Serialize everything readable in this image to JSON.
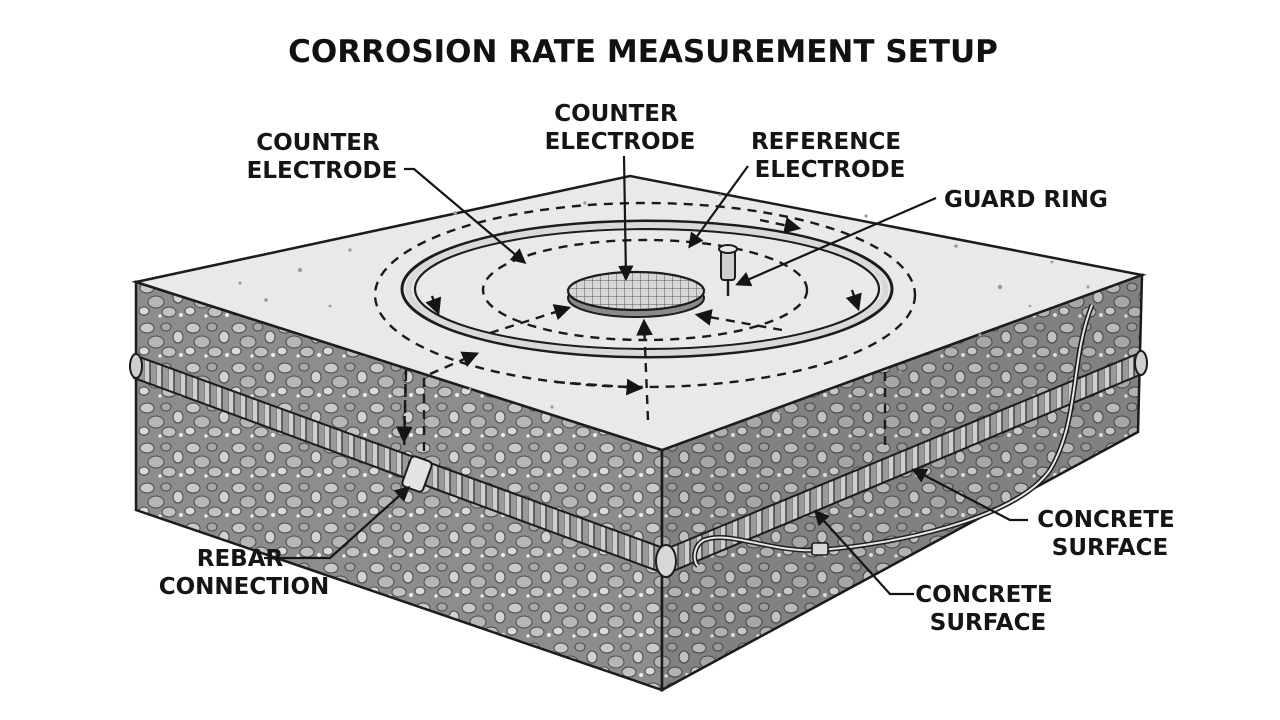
{
  "title": "CORROSION RATE MEASUREMENT SETUP",
  "labels": {
    "counter_electrode_left": {
      "line1": "COUNTER",
      "line2": "ELECTRODE"
    },
    "counter_electrode_top": {
      "line1": "COUNTER",
      "line2": "ELECTRODE"
    },
    "reference_electrode": {
      "line1": "REFERENCE",
      "line2": "ELECTRODE"
    },
    "guard_ring": {
      "line1": "GUARD RING"
    },
    "rebar_connection": {
      "line1": "REBAR",
      "line2": "CONNECTION"
    },
    "concrete_surface_right": {
      "line1": "CONCRETE",
      "line2": "SURFACE"
    },
    "concrete_surface_bottom": {
      "line1": "CONCRETE",
      "line2": "SURFACE"
    }
  },
  "colors": {
    "top_surface": "#e9e9e9",
    "front_face": "#8f8f8f",
    "right_face": "#858585",
    "aggregate": "#bdbdbd",
    "ink": "#151515"
  }
}
